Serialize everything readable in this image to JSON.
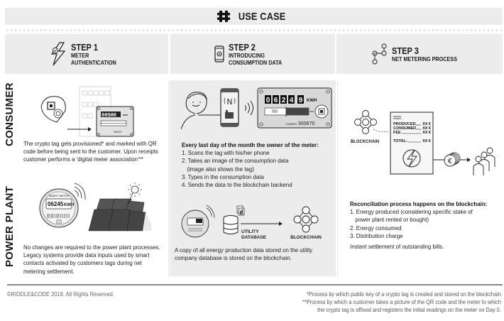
{
  "header": {
    "title": "USE CASE",
    "icon": "hashtag-icon"
  },
  "steps": [
    {
      "title": "STEP 1",
      "subtitle_lines": [
        "METER",
        "AUTHENTICATION"
      ],
      "icon": "lightning-check-icon"
    },
    {
      "title": "STEP 2",
      "subtitle_lines": [
        "INTRODUCING",
        "CONSUMPTION DATA"
      ],
      "icon": "phone-check-icon"
    },
    {
      "title": "STEP 3",
      "subtitle_lines": [
        "NET METERING PROCESS"
      ],
      "icon": "network-nodes-icon"
    }
  ],
  "rows": {
    "consumer": {
      "label": "CONSUMER",
      "text": "The crypto tag gets provisioned* and marked with QR code before being sent to the customer. Upon receipts customer performs a 'digital meter association'**",
      "illustration": {
        "meter_display": "00SH0",
        "meter_serial": "300670"
      }
    },
    "power_plant": {
      "label": "POWER PLANT",
      "text": "No changes are required to the power plant processes. Legacy systems provide data inputs used by smart contacts activated by customers tags during net metering settlement.",
      "illustration": {
        "meter_title": "SMART METER",
        "meter_reading": "06245",
        "meter_unit": "KWH"
      }
    }
  },
  "step2": {
    "meter": {
      "digits": [
        "0",
        "6",
        "2",
        "4",
        "9"
      ],
      "unit": "KWH",
      "owner_label": "OWNER",
      "owner_id": "300670"
    },
    "heading": "Every last day of the month the owner of the meter:",
    "items": [
      "1. Scans the tag with his/her phone",
      "2. Takes an image of the consumption data",
      "(image also shows the tag)",
      "3. Types in the consumption data",
      "4. Sends the data to the blockchain backend"
    ],
    "diagram": {
      "db_label_1": "UTILITY",
      "db_label_2": "DATABASE",
      "chain_label": "BLOCKCHAIN"
    },
    "text": "A copy of all energy production data stored on the utility company database is stored on the blockchain."
  },
  "step3": {
    "chain_label": "BLOCKCHAIN",
    "invoice": {
      "lines": [
        {
          "label": "PRODUCED",
          "value": "XX €"
        },
        {
          "label": "CONSUMED",
          "value": "XX €"
        },
        {
          "label": "FEE",
          "value": "XX €"
        }
      ],
      "total_label": "TOTAL:",
      "total_value": "XX €"
    },
    "coin_symbol": "€",
    "heading": "Reconciliation process happens on the blockchain:",
    "items": [
      "1. Energy produced (considering specific stake of",
      "power plant rented or bought)",
      "2. Energy consumed",
      "3. Distribution charge"
    ],
    "text": "Instant settlement of outstanding bills."
  },
  "footer": {
    "copyright": "©RIDDLE&CODE 2018. All Rights Reserved.",
    "notes": [
      "*Process by which public key of a crypto tag is created and stored on the blockchain",
      "**Process by which a customer takes a picture of the QR code and the meter to which",
      "the crypto tag is affixed and registers the initial readings on the meter on Day 0."
    ]
  },
  "colors": {
    "panel_bg": "#ececec",
    "text": "#1a1a1a",
    "footer_text": "#666666",
    "rule": "#8a8a8a"
  }
}
